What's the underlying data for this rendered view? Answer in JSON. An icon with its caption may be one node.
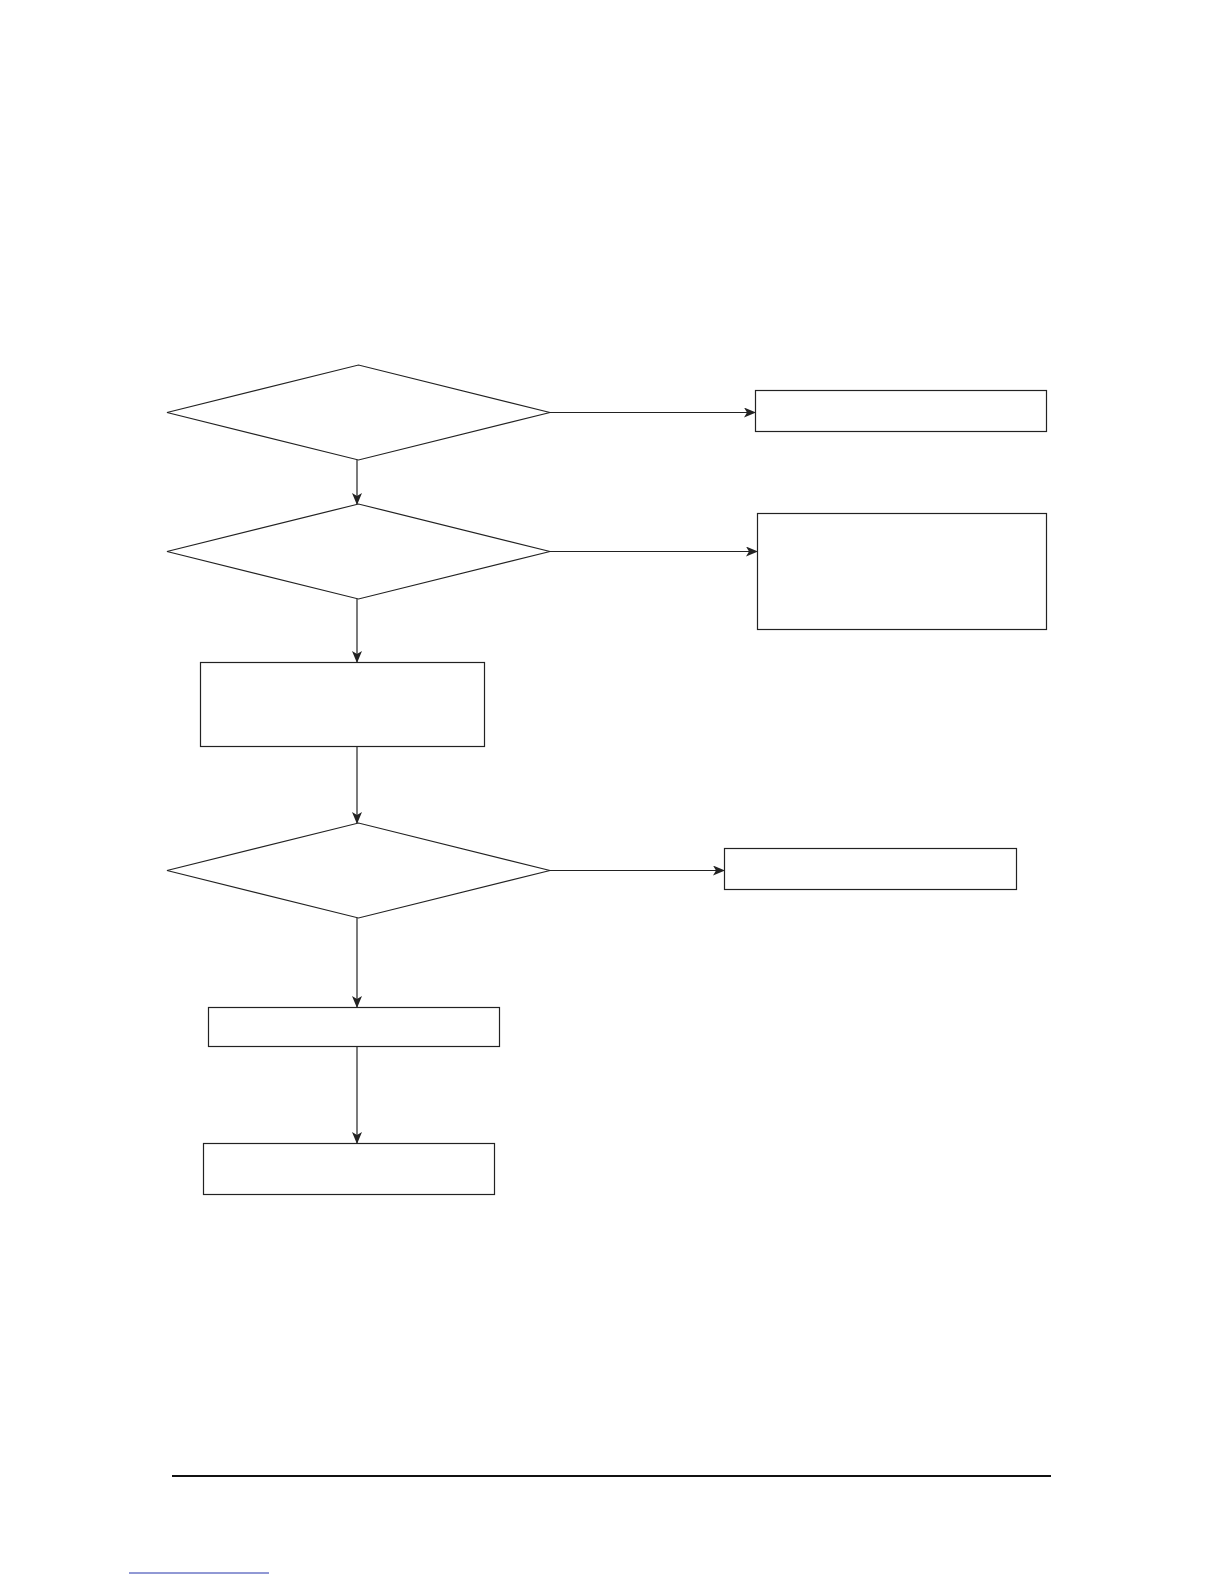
{
  "diagram": {
    "nodes": [
      {
        "text": [],
        "shape": "diamond"
      },
      {
        "text": [],
        "shape": "box"
      },
      {
        "text": [],
        "shape": "diamond"
      },
      {
        "text": [],
        "shape": "box"
      },
      {
        "text": [],
        "shape": "box"
      },
      {
        "text": [],
        "shape": "diamond"
      },
      {
        "text": [],
        "shape": "box"
      },
      {
        "text": [],
        "shape": "box"
      },
      {
        "text": [],
        "shape": "box"
      }
    ],
    "edges": [
      {
        "from": 0,
        "to": 1,
        "arrow": "to"
      },
      {
        "from": 0,
        "to": 2,
        "arrow": "to"
      },
      {
        "from": 2,
        "to": 3,
        "arrow": "to"
      },
      {
        "from": 2,
        "to": 4,
        "arrow": "to"
      },
      {
        "from": 4,
        "to": 5,
        "arrow": "to"
      },
      {
        "from": 5,
        "to": 6,
        "arrow": "to"
      },
      {
        "from": 5,
        "to": 7,
        "arrow": "to"
      },
      {
        "from": 7,
        "to": 8,
        "arrow": "to"
      }
    ]
  }
}
